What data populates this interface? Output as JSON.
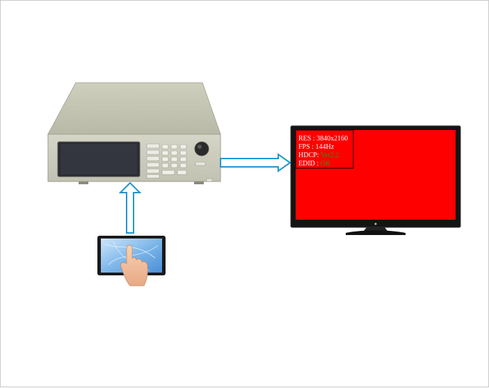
{
  "monitor": {
    "screen_color": "#ff0000",
    "osd": {
      "lines": [
        {
          "label": "RES",
          "sep": " : ",
          "value": "3840x2160",
          "value_color": "#ffffff"
        },
        {
          "label": "FPS",
          "sep": " : ",
          "value": "144Hz",
          "value_color": "#ffffff"
        },
        {
          "label": "HDCP",
          "sep": ": ",
          "value": "Ver2.2",
          "value_color": "#3a8a1a"
        },
        {
          "label": "EDID",
          "sep": " : ",
          "value": "OK",
          "value_color": "#3a8a1a"
        }
      ]
    }
  },
  "colors": {
    "arrow_stroke": "#1e96d2",
    "device_body": "#c8c8b8",
    "device_screen": "#2a2c34"
  },
  "icons": {
    "generator": "signal-generator-icon",
    "tablet": "touch-tablet-icon",
    "hand": "pointing-hand-icon",
    "tv": "television-icon"
  }
}
